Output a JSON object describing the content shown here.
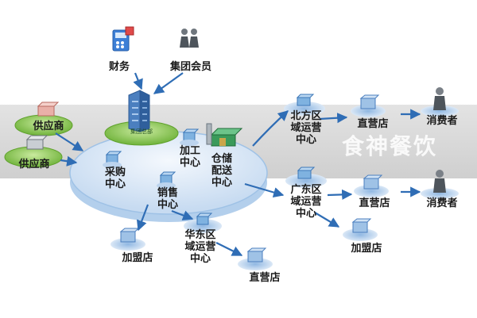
{
  "watermark": {
    "text": "食神餐饮"
  },
  "hub": {
    "badge": "集团总部",
    "centers": {
      "procurement": "采购\n中心",
      "processing": "加工\n中心",
      "sales": "销售\n中心",
      "warehouse": "仓储\n配送\n中心"
    }
  },
  "nodes": {
    "finance": "财务",
    "members": "集团会员",
    "supplier_1": "供应商",
    "supplier_2": "供应商",
    "north_center": "北方区\n域运营\n中心",
    "guangdong_center": "广东区\n域运营\n中心",
    "east_center": "华东区\n域运营\n中心",
    "store_north": "直营店",
    "store_guangdong": "直营店",
    "store_east": "直营店",
    "consumer_north": "消费者",
    "consumer_guangdong": "消费者",
    "franchise_hub": "加盟店",
    "franchise_guangdong": "加盟店"
  },
  "colors": {
    "band": "#d9d9d9",
    "disc_top": "#dde9f7",
    "disc_edge": "#9fc2e6",
    "arrow": "#2f6db5",
    "green": "#7cc142",
    "building_blue": "#4b7fbf"
  }
}
